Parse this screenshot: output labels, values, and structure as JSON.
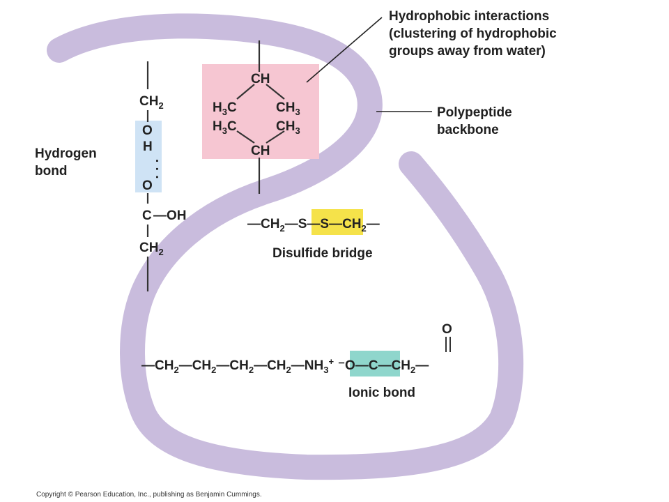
{
  "colors": {
    "backbone": "#c9bcdd",
    "hydrophobic_box": "#f6c6d2",
    "hydrogen_box": "#cfe3f5",
    "disulfide_box": "#f5e24a",
    "ionic_box": "#8fd6cc",
    "bond_line": "#333333"
  },
  "labels": {
    "hydrophobic_title": "Hydrophobic interactions",
    "hydrophobic_line2": "(clustering of hydrophobic",
    "hydrophobic_line3": "groups away from water)",
    "backbone_line1": "Polypeptide",
    "backbone_line2": "backbone",
    "hydrogen_line1": "Hydrogen",
    "hydrogen_line2": "bond",
    "disulfide": "Disulfide bridge",
    "ionic": "Ionic bond",
    "copyright": "Copyright © Pearson Education, Inc., publishing as Benjamin Cummings."
  },
  "hydrophobic_group": {
    "ch_top": "CH",
    "ch_bottom": "CH",
    "h3c_upper": "C",
    "h3c_lower": "C",
    "ch3_upper": "CH",
    "ch3_lower": "CH",
    "h": "H",
    "sub3": "3"
  },
  "hydrogen_bond": {
    "ch2_top": "CH",
    "o_upper": "O",
    "h": "H",
    "dots": "· · ·",
    "o_lower": "O",
    "c": "C",
    "oh": "—OH",
    "ch2_bottom": "CH",
    "sub2": "2"
  },
  "disulfide_chain": {
    "ch": "CH",
    "sub2": "2",
    "s1": "S",
    "s2": "S",
    "dash": "—"
  },
  "ionic_chain": {
    "ch": "CH",
    "sub2": "2",
    "nh": "NH",
    "sub3": "3",
    "plus": "+",
    "minus_o": "⁻O",
    "c": "C",
    "o_top": "O",
    "dash": "—"
  }
}
